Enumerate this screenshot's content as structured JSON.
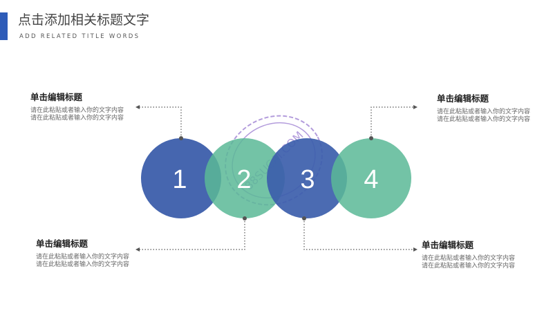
{
  "header": {
    "title": "点击添加相关标题文字",
    "subtitle": "ADD RELATED TITLE WORDS"
  },
  "steps": [
    {
      "number": "1",
      "heading": "单击编辑标题",
      "body": "请在此粘贴或者输入你的文字内容请在此粘贴或者输入你的文字内容"
    },
    {
      "number": "2",
      "heading": "单击编辑标题",
      "body": "请在此粘贴或者输入你的文字内容请在此粘贴或者输入你的文字内容"
    },
    {
      "number": "3",
      "heading": "单击编辑标题",
      "body": "请在此粘贴或者输入你的文字内容请在此粘贴或者输入你的文字内容"
    },
    {
      "number": "4",
      "heading": "单击编辑标题",
      "body": "请在此粘贴或者输入你的文字内容请在此粘贴或者输入你的文字内容"
    }
  ],
  "watermark": "88SUCAI.COM",
  "colors": {
    "accent": "#2e5cb8",
    "blue": "#3c5eab",
    "green": "#5bb897",
    "watermark": "#9a7cd1"
  }
}
